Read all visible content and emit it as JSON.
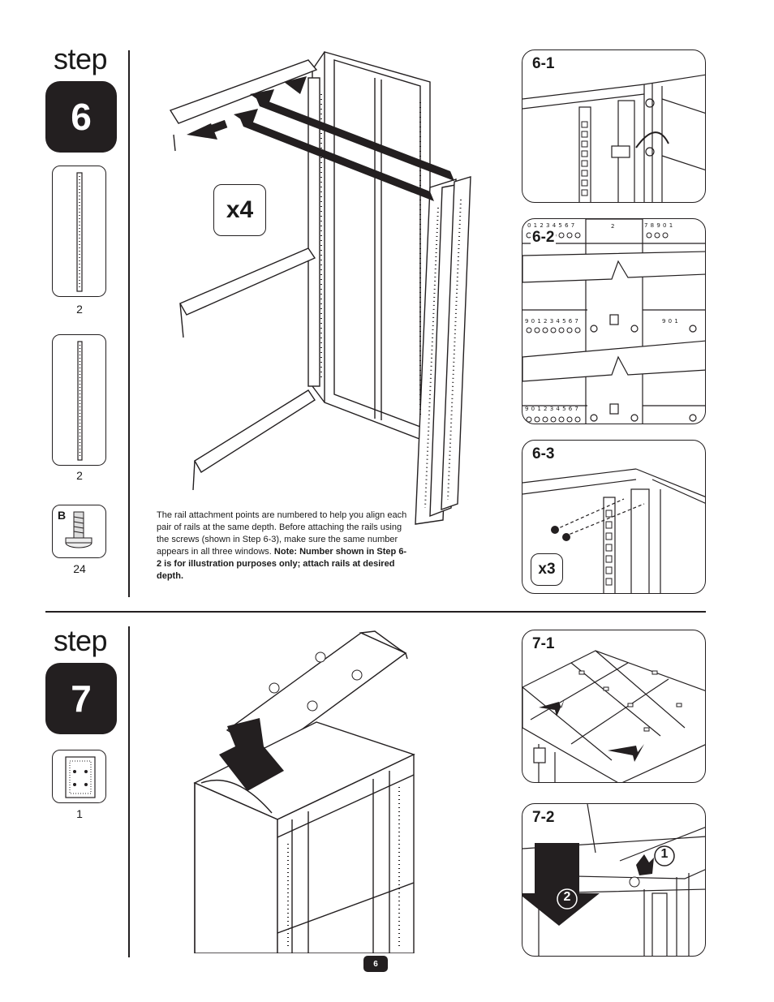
{
  "step6": {
    "word": "step",
    "number": "6",
    "parts": [
      {
        "qty": "2"
      },
      {
        "qty": "2"
      },
      {
        "label": "B",
        "qty": "24"
      }
    ],
    "multiplier": "x4",
    "note_text": "The rail attachment points are numbered to help you align each pair of rails at the same depth. Before attaching the rails using the screws (shown in Step 6-3), make sure the same number appears in all three windows. ",
    "note_bold": "Note: Number shown in Step 6-2 is for illustration purposes only; attach rails at desired depth.",
    "panels": [
      {
        "label": "6-1"
      },
      {
        "label": "6-2",
        "scale_top_left": "0 1 2 3 4 5 6 7",
        "scale_top_right": "7 8 9 0 1",
        "scale_mid": "9 0 1 2 3 4 5 6 7",
        "scale_mid_right": "9 0 1",
        "scale_bottom": "9 0 1 2 3 4 5 6 7",
        "tag": "2"
      },
      {
        "label": "6-3",
        "multiplier": "x3"
      }
    ]
  },
  "step7": {
    "word": "step",
    "number": "7",
    "parts": [
      {
        "qty": "1"
      }
    ],
    "panels": [
      {
        "label": "7-1"
      },
      {
        "label": "7-2",
        "callout1": "1",
        "callout2": "2"
      }
    ]
  },
  "page_number": "6"
}
